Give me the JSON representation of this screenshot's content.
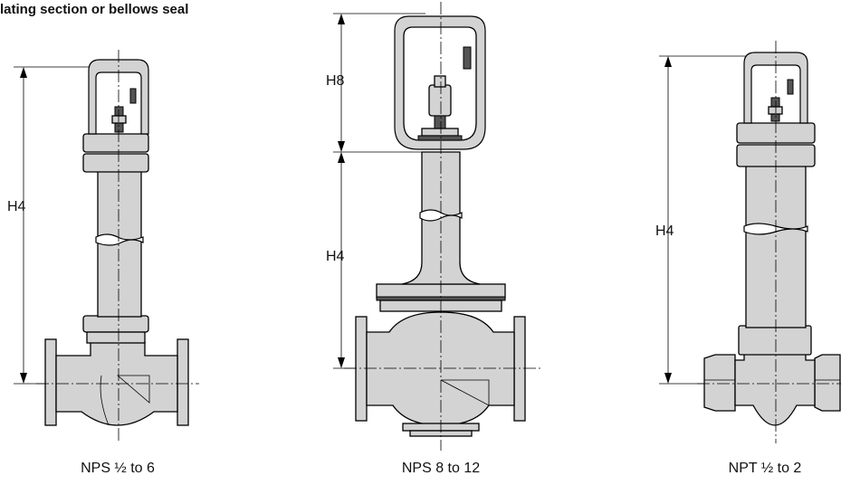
{
  "heading": "lating section or bellows seal",
  "views": [
    {
      "caption": "NPS ½ to 6",
      "dims": [
        "H4"
      ]
    },
    {
      "caption": "NPS 8 to 12",
      "dims": [
        "H8",
        "H4"
      ]
    },
    {
      "caption": "NPT ½ to 2",
      "dims": [
        "H4"
      ]
    }
  ]
}
